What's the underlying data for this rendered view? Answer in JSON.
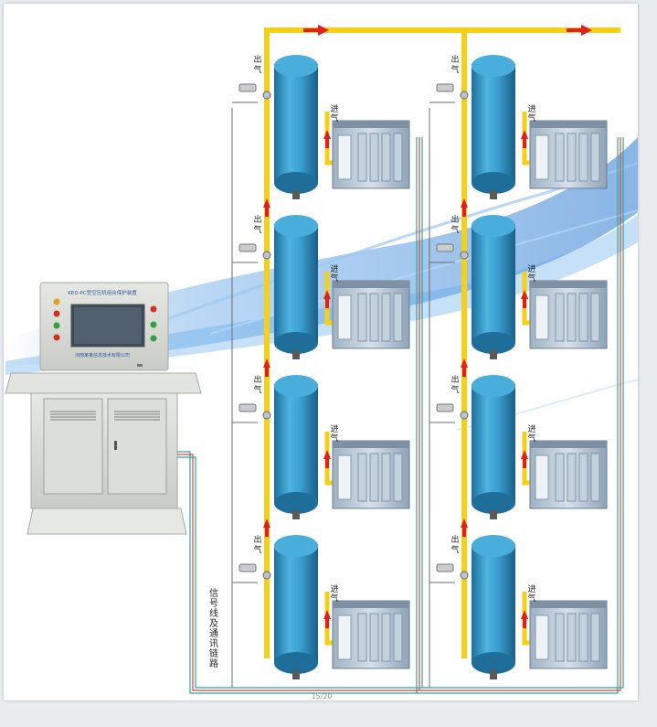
{
  "panel": {
    "title": "KED-PC型空压机组合保护装置",
    "company": "河南某某信息技术有限公司"
  },
  "labels": {
    "outlet": "出气",
    "inlet": "进气",
    "signal_line": "信号线及通讯链路",
    "page_mark": "15/20"
  },
  "colors": {
    "pipe": "#f4d018",
    "flow_arrow": "#e02020",
    "tank": "#2f8fc0",
    "signal_wire": "#2aa8a0",
    "signal_wire_red": "#d8453a",
    "cabinet": "#d7d9d4"
  },
  "layout_units": {
    "columns": 2,
    "rows": 4
  }
}
